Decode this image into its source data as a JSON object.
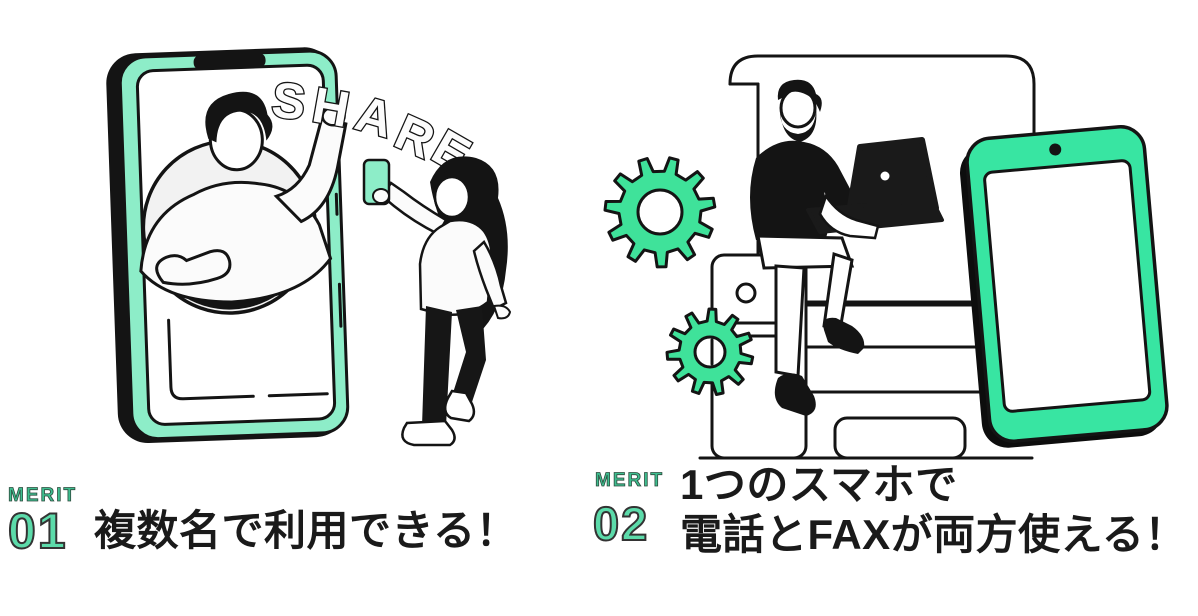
{
  "colors": {
    "mint": "#8DEDC8",
    "accent_green": "#3FE29A",
    "tablet_green": "#38E5A2",
    "number_green": "#5CDBAA",
    "merit_green": "#3EBE8F",
    "ink": "#141414",
    "text_black": "#1A1A1A",
    "background": "#FFFFFF"
  },
  "merit1": {
    "label": "MERIT",
    "number": "01",
    "caption": "複数名で利用できる！"
  },
  "merit2": {
    "label": "MERIT",
    "number": "02",
    "caption_line1": "1つのスマホで",
    "caption_line2": "電話とFAXが両方使える！"
  },
  "share": {
    "letters": [
      "S",
      "H",
      "A",
      "R",
      "E"
    ]
  }
}
